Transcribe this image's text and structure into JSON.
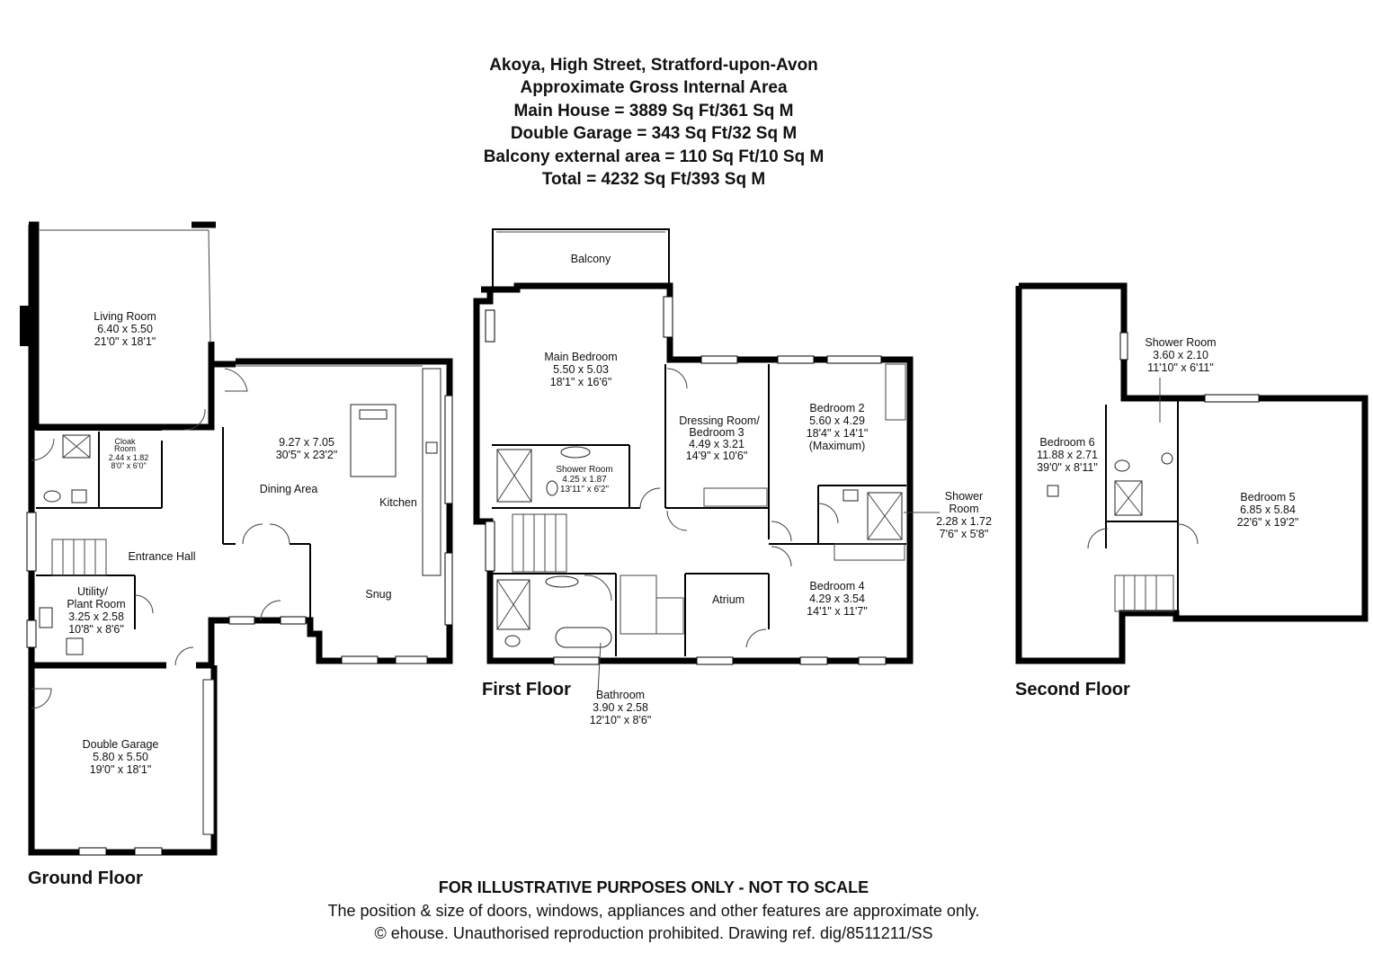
{
  "header": {
    "line1": "Akoya, High Street, Stratford-upon-Avon",
    "line2": "Approximate Gross Internal Area",
    "line3": "Main House = 3889 Sq Ft/361 Sq M",
    "line4": "Double Garage = 343 Sq Ft/32 Sq M",
    "line5": "Balcony external area = 110 Sq Ft/10 Sq M",
    "line6": "Total = 4232 Sq Ft/393 Sq M"
  },
  "floors": {
    "ground": {
      "label": "Ground Floor",
      "living": {
        "name": "Living Room",
        "metric": "6.40 x 5.50",
        "imperial": "21'0\" x 18'1\""
      },
      "cloak": {
        "name1": "Cloak",
        "name2": "Room",
        "metric": "2.44 x 1.82",
        "imperial": "8'0\" x 6'0\""
      },
      "kitchen_dims": {
        "metric": "9.27 x 7.05",
        "imperial": "30'5\" x 23'2\""
      },
      "dining": "Dining Area",
      "kitchen": "Kitchen",
      "hall": "Entrance Hall",
      "snug": "Snug",
      "utility": {
        "name1": "Utility/",
        "name2": "Plant Room",
        "metric": "3.25 x 2.58",
        "imperial": "10'8\" x 8'6\""
      },
      "garage": {
        "name": "Double Garage",
        "metric": "5.80 x 5.50",
        "imperial": "19'0\" x 18'1\""
      }
    },
    "first": {
      "label": "First Floor",
      "balcony": "Balcony",
      "main_bed": {
        "name": "Main Bedroom",
        "metric": "5.50 x 5.03",
        "imperial": "18'1\" x 16'6\""
      },
      "dressing": {
        "name1": "Dressing Room/",
        "name2": "Bedroom 3",
        "metric": "4.49 x 3.21",
        "imperial": "14'9\" x 10'6\""
      },
      "bed2": {
        "name": "Bedroom 2",
        "metric": "5.60 x 4.29",
        "imperial": "18'4\" x 14'1\"",
        "note": "(Maximum)"
      },
      "ensuite": {
        "name": "Shower Room",
        "metric": "4.25 x 1.87",
        "imperial": "13'11\" x 6'2\""
      },
      "shower": {
        "name1": "Shower",
        "name2": "Room",
        "metric": "2.28 x 1.72",
        "imperial": "7'6\" x 5'8\""
      },
      "atrium": "Atrium",
      "bed4": {
        "name": "Bedroom 4",
        "metric": "4.29 x 3.54",
        "imperial": "14'1\" x 11'7\""
      },
      "bath": {
        "name": "Bathroom",
        "metric": "3.90 x 2.58",
        "imperial": "12'10\" x 8'6\""
      }
    },
    "second": {
      "label": "Second Floor",
      "shower": {
        "name": "Shower Room",
        "metric": "3.60 x 2.10",
        "imperial": "11'10\" x 6'11\""
      },
      "bed6": {
        "name": "Bedroom 6",
        "metric": "11.88 x 2.71",
        "imperial": "39'0\" x 8'11\""
      },
      "bed5": {
        "name": "Bedroom 5",
        "metric": "6.85 x 5.84",
        "imperial": "22'6\" x 19'2\""
      }
    }
  },
  "footer": {
    "line1": "FOR ILLUSTRATIVE PURPOSES ONLY - NOT TO SCALE",
    "line2": "The position & size of doors, windows, appliances and other features are approximate only.",
    "line3": "© ehouse. Unauthorised reproduction prohibited. Drawing ref. dig/8511211/SS"
  }
}
